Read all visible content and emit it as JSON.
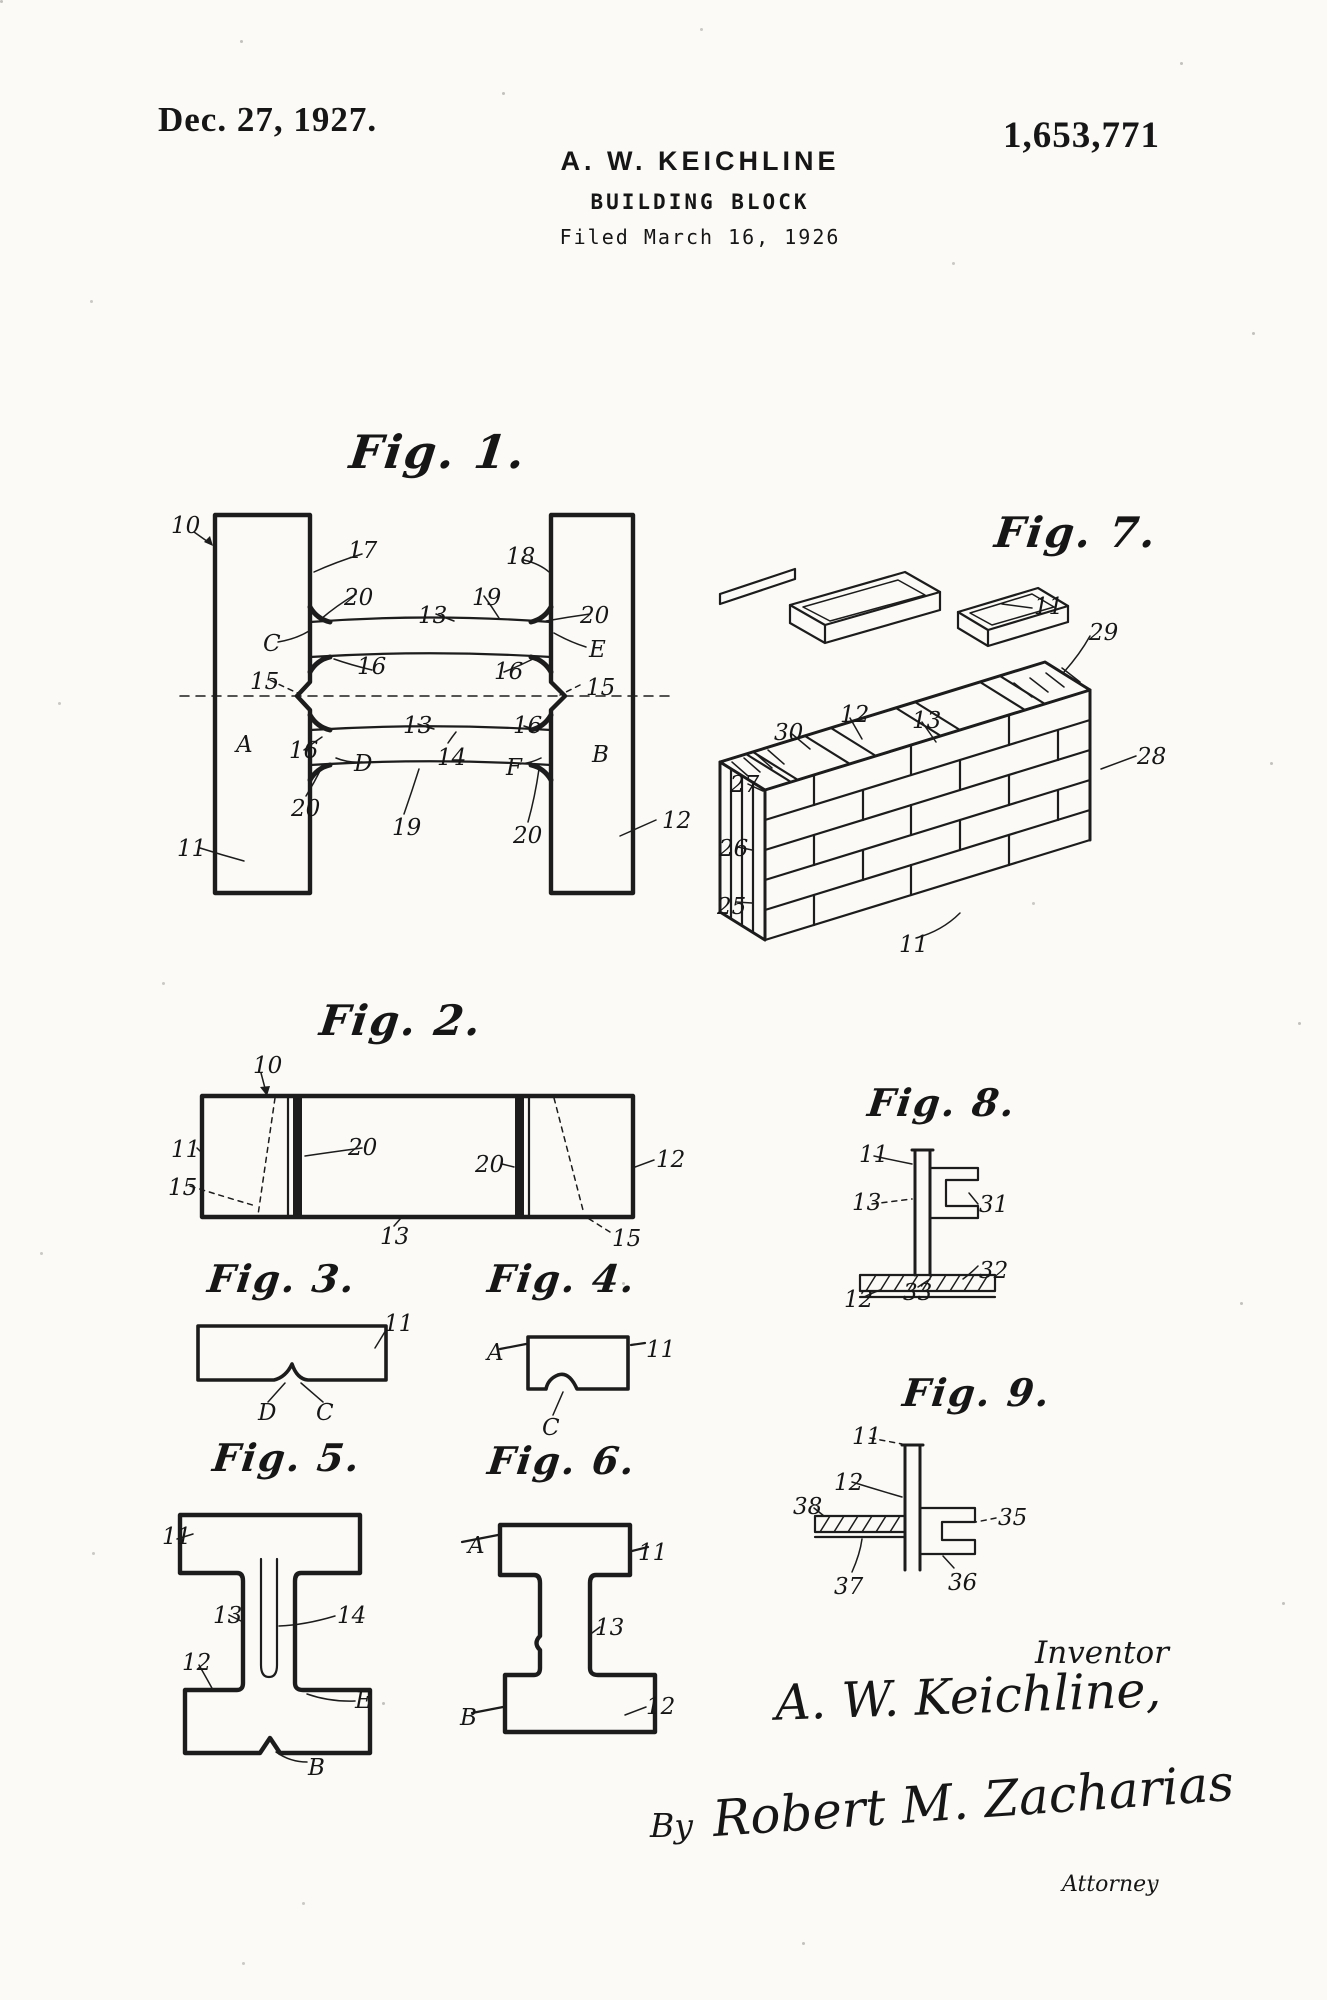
{
  "header": {
    "date": "Dec. 27, 1927.",
    "patent_number": "1,653,771",
    "inventor_name": "A. W. KEICHLINE",
    "invention_title": "BUILDING BLOCK",
    "filing_line": "Filed March 16, 1926"
  },
  "figures": {
    "fig1": {
      "label": "Fig. 1.",
      "refs": [
        "10",
        "17",
        "18",
        "20",
        "13",
        "19",
        "20",
        "C",
        "E",
        "15",
        "16",
        "16",
        "15",
        "A",
        "16",
        "D",
        "13",
        "14",
        "16",
        "F",
        "B",
        "20",
        "19",
        "20",
        "12",
        "11"
      ]
    },
    "fig2": {
      "label": "Fig. 2.",
      "refs": [
        "10",
        "11",
        "15",
        "20",
        "20",
        "12",
        "13",
        "15"
      ]
    },
    "fig3": {
      "label": "Fig. 3.",
      "refs": [
        "11",
        "D",
        "C"
      ]
    },
    "fig4": {
      "label": "Fig. 4.",
      "refs": [
        "A",
        "11",
        "C"
      ]
    },
    "fig5": {
      "label": "Fig. 5.",
      "refs": [
        "11",
        "13",
        "14",
        "12",
        "E",
        "B"
      ]
    },
    "fig6": {
      "label": "Fig. 6.",
      "refs": [
        "A",
        "11",
        "13",
        "B",
        "12"
      ]
    },
    "fig7": {
      "label": "Fig. 7.",
      "refs": [
        "11",
        "29",
        "30",
        "12",
        "13",
        "28",
        "27",
        "26",
        "25",
        "11"
      ]
    },
    "fig8": {
      "label": "Fig. 8.",
      "refs": [
        "11",
        "13",
        "31",
        "32",
        "12",
        "33"
      ]
    },
    "fig9": {
      "label": "Fig. 9.",
      "refs": [
        "11",
        "12",
        "38",
        "35",
        "37",
        "36"
      ]
    }
  },
  "signature": {
    "inventor_caption": "Inventor",
    "inventor_name": "A. W. Keichline,",
    "by_label": "By",
    "attorney_name": "Robert M. Zacharias",
    "attorney_caption": "Attorney"
  }
}
